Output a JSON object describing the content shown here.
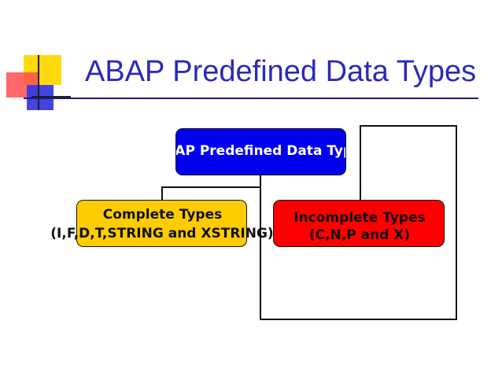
{
  "slide": {
    "title": "ABAP Predefined Data Types"
  },
  "diagram": {
    "root": {
      "label": "ABAP Predefined Data Types",
      "fill": "#0000ee",
      "text_color": "#ffffff"
    },
    "children": [
      {
        "line1": "Complete Types",
        "line2": "(I,F,D,T,STRING and XSTRING)",
        "fill": "#ffcc00"
      },
      {
        "line1": "Incomplete Types",
        "line2": "(C,N,P and X)",
        "fill": "#ff0000"
      }
    ]
  },
  "colors": {
    "title": "#2a2ab8",
    "title_rule": "#1a1a7a",
    "logo_yellow": "#ffd700",
    "logo_red": "#ff4d4d",
    "logo_blue": "#3a3adf"
  }
}
